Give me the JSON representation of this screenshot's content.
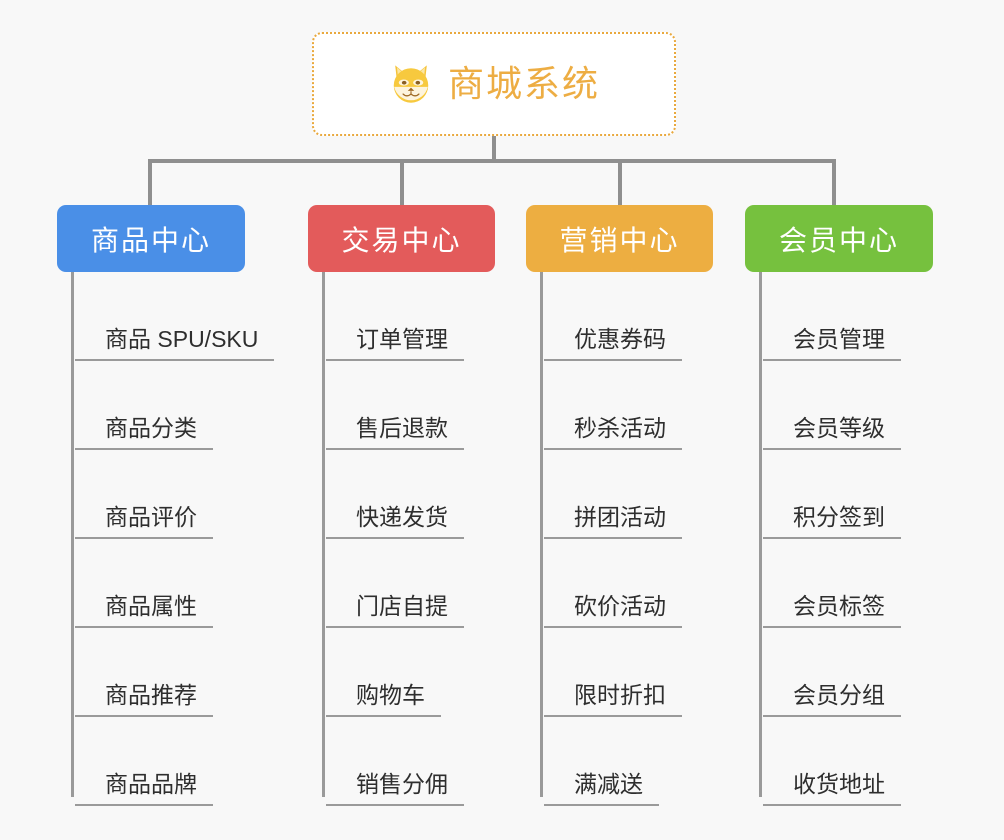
{
  "page": {
    "background": "#f8f8f8",
    "line_color": "#9a9a9a"
  },
  "root": {
    "title": "商城系统",
    "icon": "shiba-dog-face-icon",
    "text_color": "#edad43",
    "border_color": "#e9a93e"
  },
  "branches": [
    {
      "label": "商品中心",
      "color": "#4a8fe7",
      "items": [
        "商品 SPU/SKU",
        "商品分类",
        "商品评价",
        "商品属性",
        "商品推荐",
        "商品品牌"
      ]
    },
    {
      "label": "交易中心",
      "color": "#e35b5b",
      "items": [
        "订单管理",
        "售后退款",
        "快递发货",
        "门店自提",
        "购物车",
        "销售分佣"
      ]
    },
    {
      "label": "营销中心",
      "color": "#edae41",
      "items": [
        "优惠券码",
        "秒杀活动",
        "拼团活动",
        "砍价活动",
        "限时折扣",
        "满减送"
      ]
    },
    {
      "label": "会员中心",
      "color": "#76c13e",
      "items": [
        "会员管理",
        "会员等级",
        "积分签到",
        "会员标签",
        "会员分组",
        "收货地址"
      ]
    }
  ]
}
